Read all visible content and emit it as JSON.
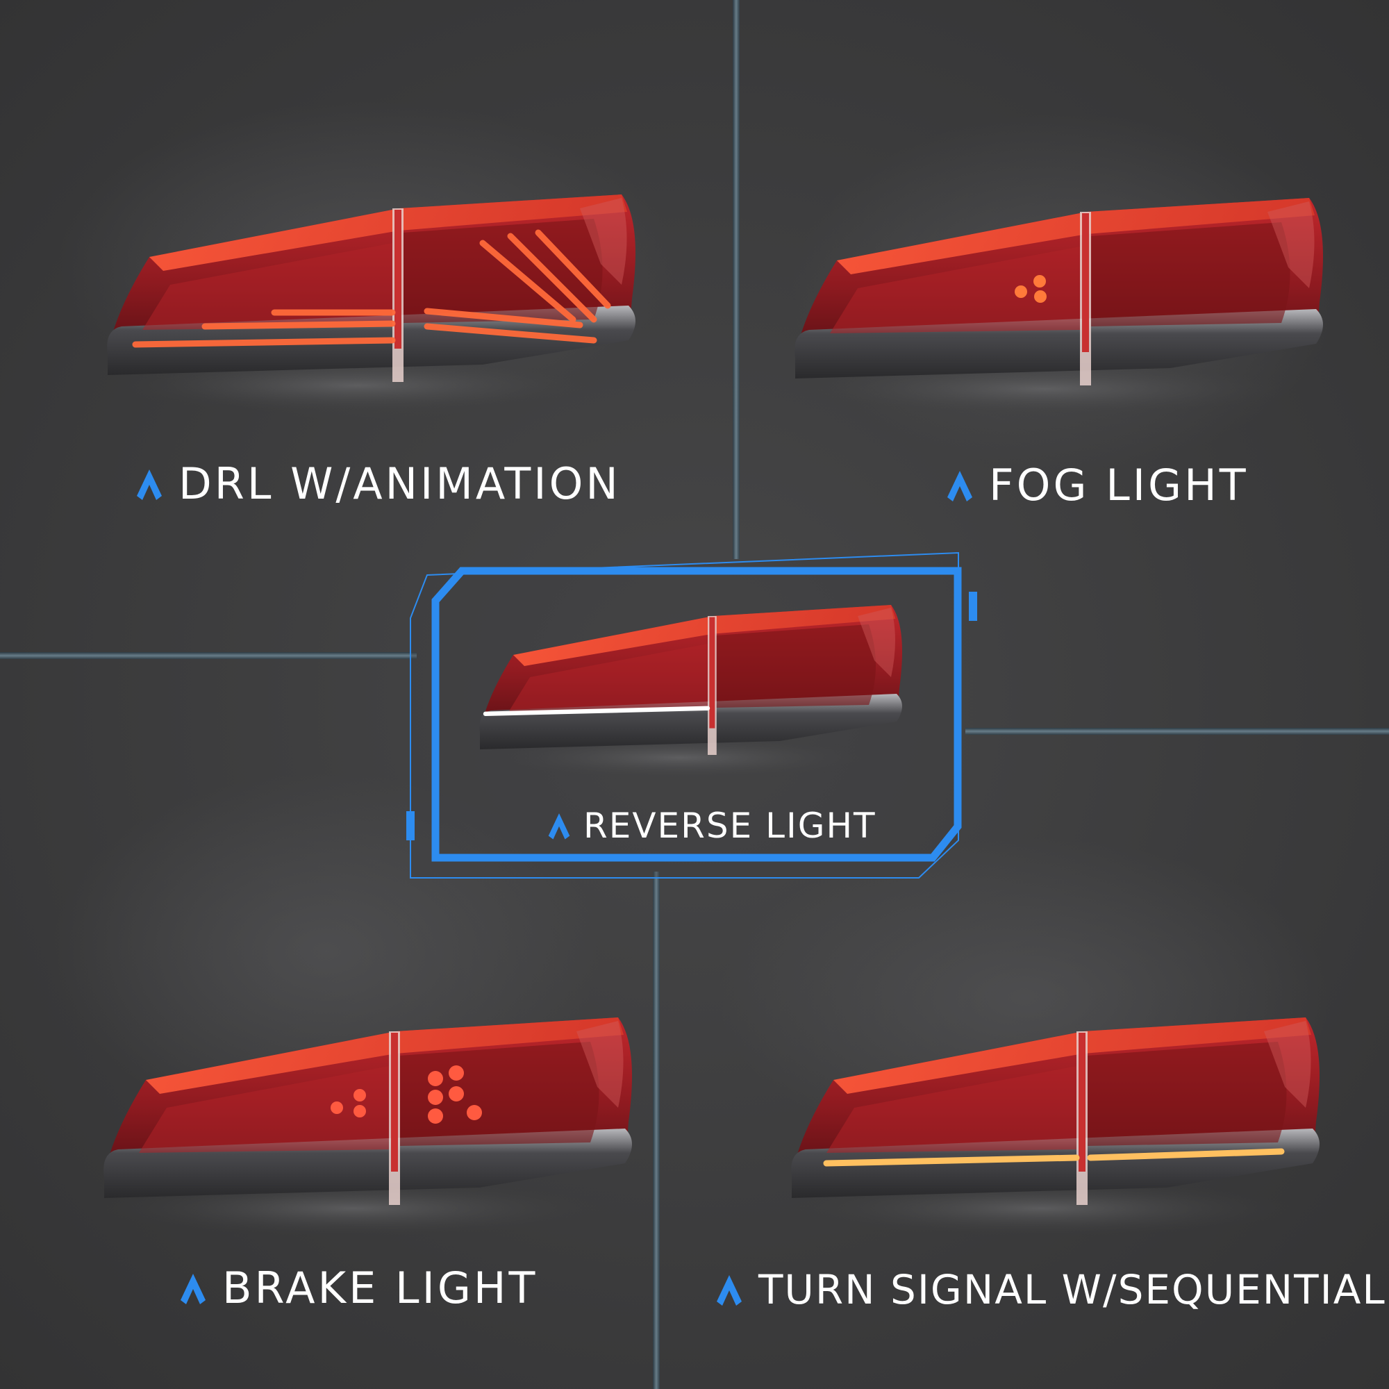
{
  "accent_color": "#2d8cf0",
  "lamp_base_color": "#8e1a20",
  "panels": [
    {
      "key": "drl",
      "label": "DRL W/ANIMATION",
      "icon": "chevron-up-icon",
      "active_color": "#ff5a2a"
    },
    {
      "key": "fog",
      "label": "FOG LIGHT",
      "icon": "chevron-up-icon",
      "active_color": "#ff7a3a"
    },
    {
      "key": "reverse",
      "label": "REVERSE LIGHT",
      "icon": "chevron-up-icon",
      "active_color": "#ffffff"
    },
    {
      "key": "brake",
      "label": "BRAKE LIGHT",
      "icon": "chevron-up-icon",
      "active_color": "#ff5a40"
    },
    {
      "key": "turn",
      "label": "TURN SIGNAL W/SEQUENTIAL",
      "icon": "chevron-up-icon",
      "active_color": "#ffc060"
    }
  ]
}
